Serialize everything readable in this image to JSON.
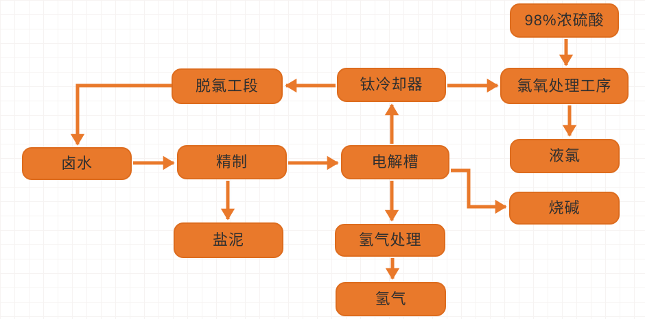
{
  "diagram": {
    "title": "chlor-alkali-process-flowchart",
    "colors": {
      "node_fill": "#E9792B",
      "node_border": "#DD6C1E",
      "arrow": "#E9792B",
      "text": "#2F2F2F",
      "background": "#FFFFFF",
      "grid_line": "#F6F3F2"
    },
    "nodes": {
      "sulfuric_acid": {
        "label": "98%浓硫酸"
      },
      "dechlorination": {
        "label": "脱氯工段"
      },
      "titanium_cooler": {
        "label": "钛冷却器"
      },
      "chlorine_oxygen_treatment": {
        "label": "氯氧处理工序"
      },
      "brine": {
        "label": "卤水"
      },
      "refining": {
        "label": "精制"
      },
      "electrolyzer": {
        "label": "电解槽"
      },
      "liquid_chlorine": {
        "label": "液氯"
      },
      "caustic_soda": {
        "label": "烧碱"
      },
      "salt_mud": {
        "label": "盐泥"
      },
      "hydrogen_treatment": {
        "label": "氢气处理"
      },
      "hydrogen": {
        "label": "氢气"
      }
    },
    "edges": [
      {
        "from": "sulfuric_acid",
        "to": "chlorine_oxygen_treatment"
      },
      {
        "from": "titanium_cooler",
        "to": "chlorine_oxygen_treatment"
      },
      {
        "from": "titanium_cooler",
        "to": "dechlorination"
      },
      {
        "from": "dechlorination",
        "to": "brine"
      },
      {
        "from": "brine",
        "to": "refining"
      },
      {
        "from": "refining",
        "to": "electrolyzer"
      },
      {
        "from": "refining",
        "to": "salt_mud"
      },
      {
        "from": "electrolyzer",
        "to": "titanium_cooler"
      },
      {
        "from": "electrolyzer",
        "to": "hydrogen_treatment"
      },
      {
        "from": "electrolyzer",
        "to": "caustic_soda"
      },
      {
        "from": "hydrogen_treatment",
        "to": "hydrogen"
      },
      {
        "from": "chlorine_oxygen_treatment",
        "to": "liquid_chlorine"
      }
    ]
  }
}
